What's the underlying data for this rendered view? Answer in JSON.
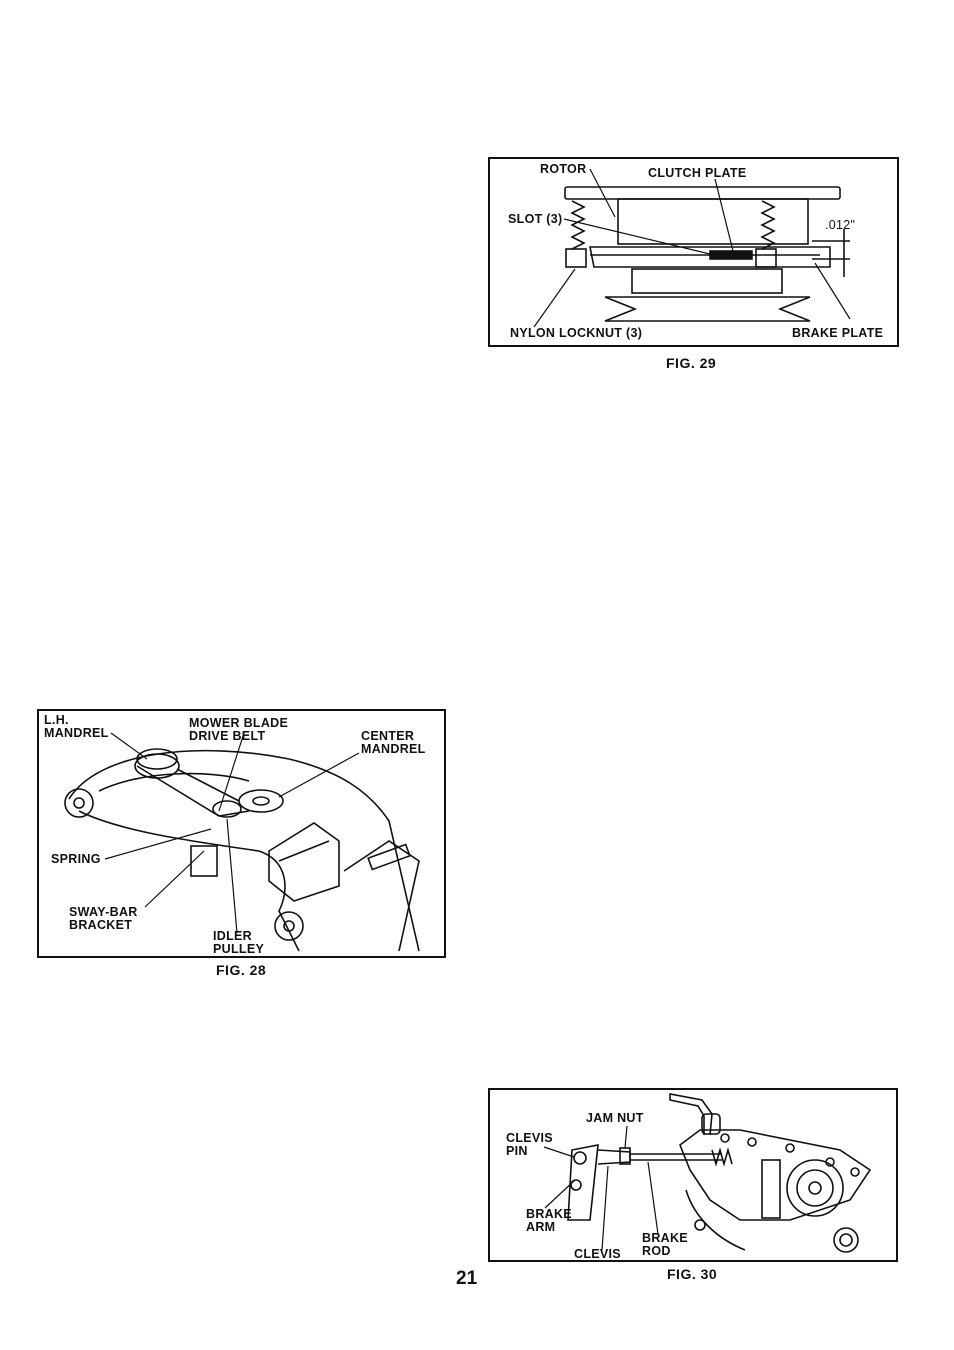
{
  "page_number": "21",
  "fig29": {
    "caption": "FIG. 29",
    "labels": {
      "rotor": "ROTOR",
      "clutch_plate": "CLUTCH PLATE",
      "slot": "SLOT (3)",
      "gap": ".012\"",
      "nylon_locknut": "NYLON LOCKNUT (3)",
      "brake_plate": "BRAKE PLATE"
    }
  },
  "fig28": {
    "caption": "FIG. 28",
    "labels": {
      "lh_mandrel_1": "L.H.",
      "lh_mandrel_2": "MANDREL",
      "mower_blade_1": "MOWER BLADE",
      "mower_blade_2": "DRIVE BELT",
      "center_mandrel_1": "CENTER",
      "center_mandrel_2": "MANDREL",
      "spring": "SPRING",
      "sway_bar_1": "SWAY-BAR",
      "sway_bar_2": "BRACKET",
      "idler_1": "IDLER",
      "idler_2": "PULLEY"
    }
  },
  "fig30": {
    "caption": "FIG. 30",
    "labels": {
      "jam_nut": "JAM NUT",
      "clevis_pin_1": "CLEVIS",
      "clevis_pin_2": "PIN",
      "brake_arm_1": "BRAKE",
      "brake_arm_2": "ARM",
      "clevis": "CLEVIS",
      "brake_rod_1": "BRAKE",
      "brake_rod_2": "ROD"
    }
  }
}
